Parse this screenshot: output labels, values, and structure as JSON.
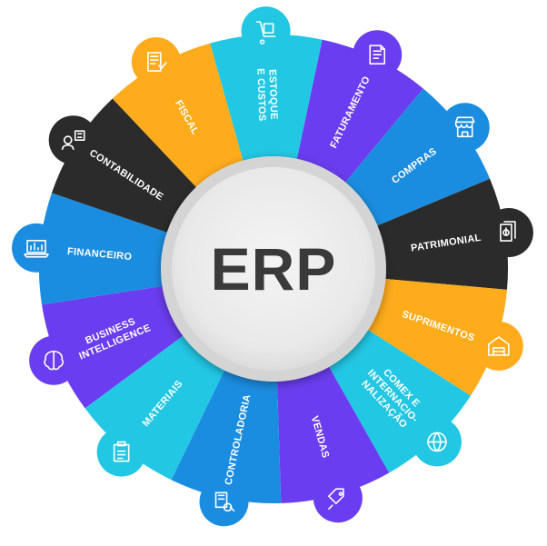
{
  "center": {
    "label": "ERP"
  },
  "modules": [
    {
      "label": "FATURAMENTO",
      "color": "#6b3df0",
      "icon": "invoice-icon"
    },
    {
      "label": "COMPRAS",
      "color": "#1b8de0",
      "icon": "storefront-icon"
    },
    {
      "label": "PATRIMONIAL",
      "color": "#2b2b2b",
      "icon": "money-documents-icon"
    },
    {
      "label": "SUPRIMENTOS",
      "color": "#ffac1c",
      "icon": "warehouse-icon"
    },
    {
      "label": "COMEX E\nINTERNACIO-\nNALIZAÇÃO",
      "color": "#22c7e4",
      "icon": "globe-money-icon"
    },
    {
      "label": "VENDAS",
      "color": "#6b3df0",
      "icon": "price-tag-icon"
    },
    {
      "label": "CONTROLADORIA",
      "color": "#1b8de0",
      "icon": "search-documents-icon"
    },
    {
      "label": "MATERIAIS",
      "color": "#22c7e4",
      "icon": "clipboard-icon"
    },
    {
      "label": "BUSINESS\nINTELLIGENCE",
      "color": "#6b3df0",
      "icon": "brain-icon"
    },
    {
      "label": "FINANCEIRO",
      "color": "#1b8de0",
      "icon": "laptop-chart-icon"
    },
    {
      "label": "CONTABILIDADE",
      "color": "#2b2b2b",
      "icon": "accountant-icon"
    },
    {
      "label": "FISCAL",
      "color": "#ffac1c",
      "icon": "tax-form-icon"
    },
    {
      "label": "ESTOQUE\nE CUSTOS",
      "color": "#22c7e4",
      "icon": "hand-truck-icon"
    }
  ]
}
